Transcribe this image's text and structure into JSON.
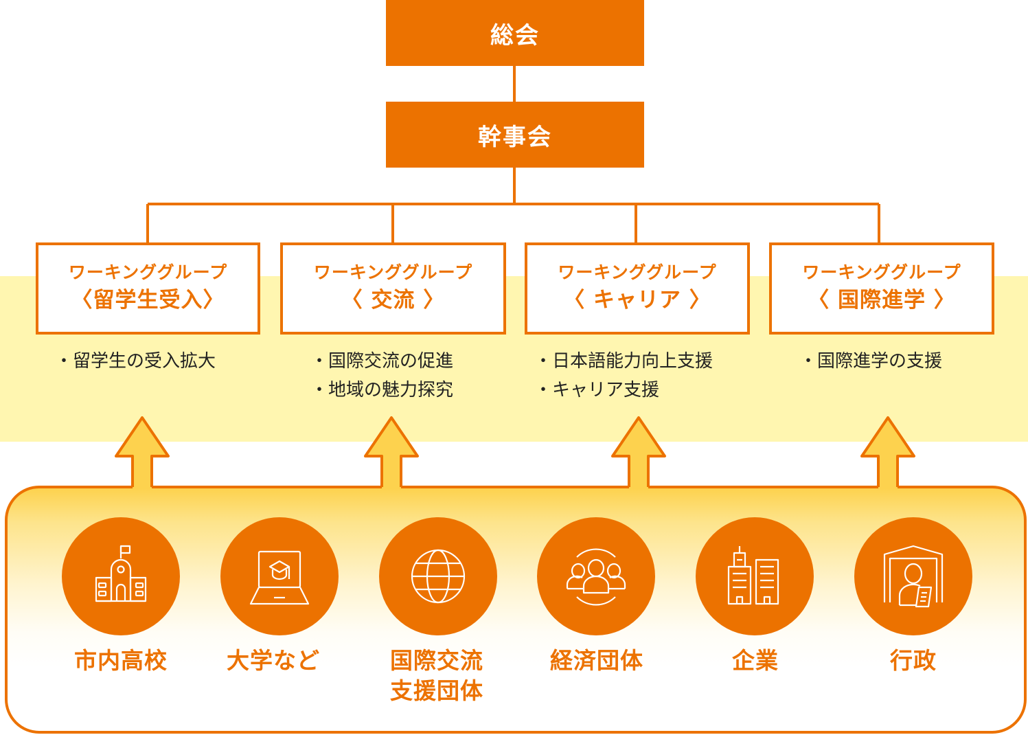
{
  "colors": {
    "accent": "#ec7200",
    "band": "#fff6b0",
    "arrow_fill": "#fdd24e",
    "text_dark": "#222222",
    "white": "#ffffff"
  },
  "hierarchy": {
    "general_assembly": "総会",
    "executive_committee": "幹事会"
  },
  "working_groups": [
    {
      "title": "ワーキンググループ",
      "name": "〈留学生受入〉",
      "activities": [
        "・留学生の受入拡大"
      ]
    },
    {
      "title": "ワーキンググループ",
      "name": "〈 交流 〉",
      "activities": [
        "・国際交流の促進",
        "・地域の魅力探究"
      ]
    },
    {
      "title": "ワーキンググループ",
      "name": "〈 キャリア 〉",
      "activities": [
        "・日本語能力向上支援",
        "・キャリア支援"
      ]
    },
    {
      "title": "ワーキンググループ",
      "name": "〈 国際進学 〉",
      "activities": [
        "・国際進学の支援"
      ]
    }
  ],
  "organizations": [
    {
      "icon": "school-icon",
      "label_lines": [
        "市内高校"
      ]
    },
    {
      "icon": "laptop-graduation-icon",
      "label_lines": [
        "大学など"
      ]
    },
    {
      "icon": "globe-icon",
      "label_lines": [
        "国際交流",
        "支援団体"
      ]
    },
    {
      "icon": "people-group-icon",
      "label_lines": [
        "経済団体"
      ]
    },
    {
      "icon": "office-buildings-icon",
      "label_lines": [
        "企業"
      ]
    },
    {
      "icon": "government-person-document-icon",
      "label_lines": [
        "行政"
      ]
    }
  ]
}
